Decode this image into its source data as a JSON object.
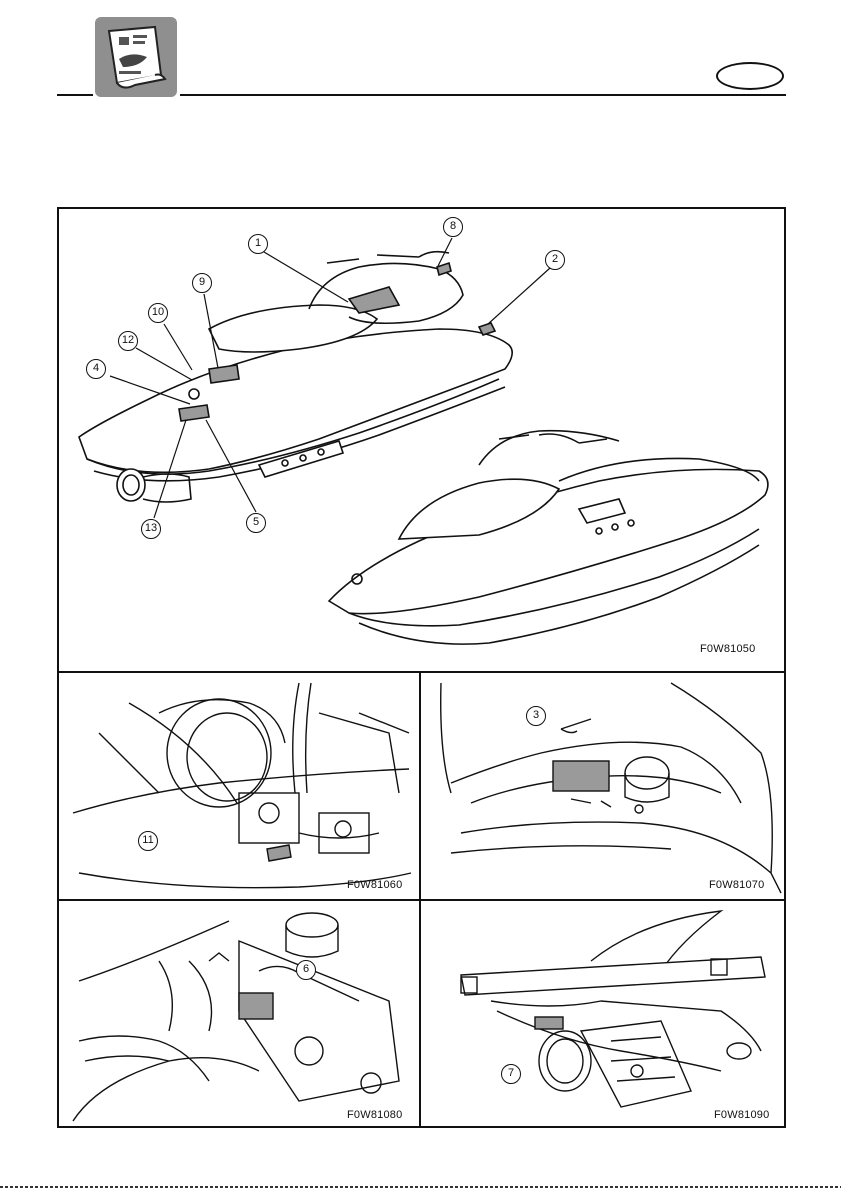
{
  "header": {
    "manual_icon": "owner-manual-booklet-icon",
    "language_badge": ""
  },
  "figures": [
    {
      "id": "main",
      "code": "F0W81050",
      "callouts": [
        "①",
        "②",
        "④",
        "⑤",
        "⑧",
        "⑨",
        "⑩",
        "⑫",
        "⑬"
      ]
    },
    {
      "id": "engine-left",
      "code": "F0W81060",
      "callouts": [
        "⑪"
      ]
    },
    {
      "id": "storage",
      "code": "F0W81070",
      "callouts": [
        "③"
      ]
    },
    {
      "id": "engine-right",
      "code": "F0W81080",
      "callouts": [
        "⑥"
      ]
    },
    {
      "id": "jet-pump",
      "code": "F0W81090",
      "callouts": [
        "⑦"
      ]
    }
  ],
  "callout_labels": {
    "c1": "1",
    "c2": "2",
    "c3": "3",
    "c4": "4",
    "c5": "5",
    "c6": "6",
    "c7": "7",
    "c8": "8",
    "c9": "9",
    "c10": "10",
    "c11": "11",
    "c12": "12",
    "c13": "13"
  }
}
